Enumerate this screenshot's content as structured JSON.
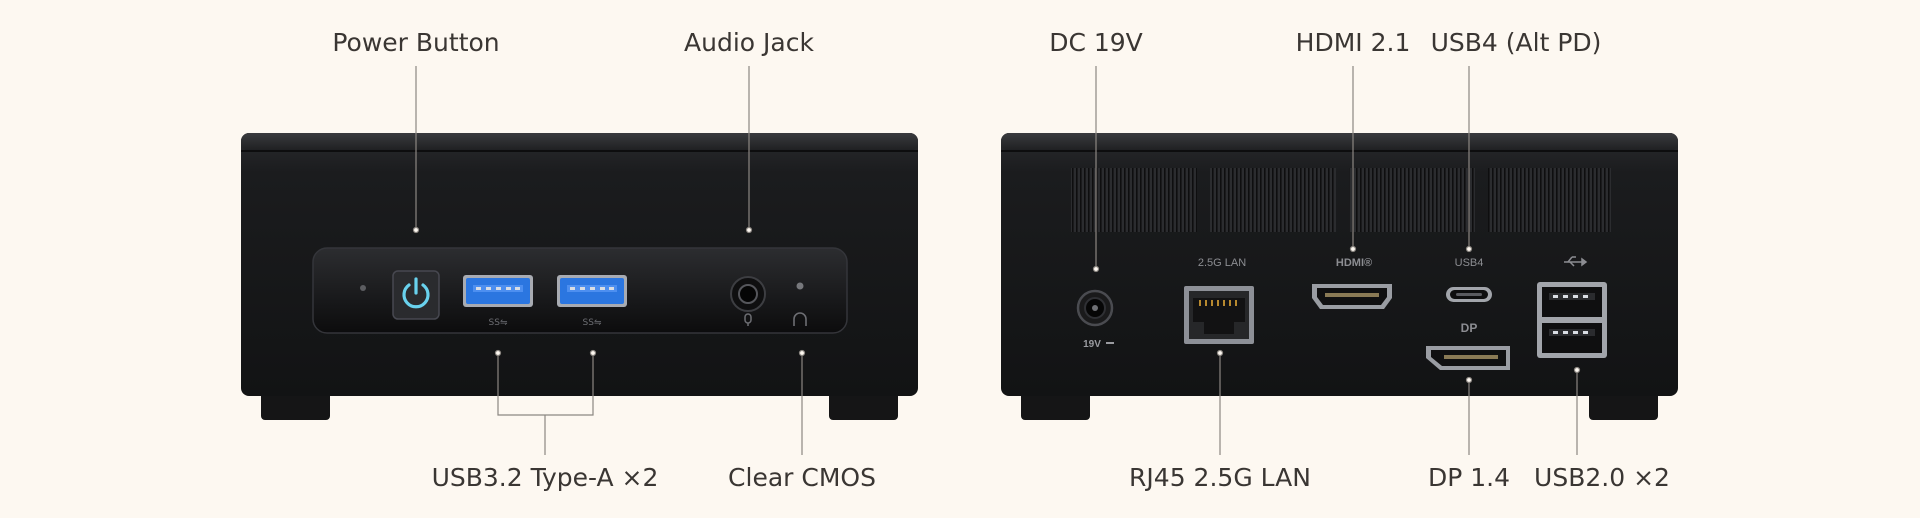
{
  "callouts": {
    "power_button": "Power Button",
    "audio_jack": "Audio Jack",
    "usb32": "USB3.2 Type-A ×2",
    "clear_cmos": "Clear CMOS",
    "dc_19v": "DC 19V",
    "hdmi": "HDMI 2.1",
    "usb4": "USB4 (Alt PD)",
    "rj45": "RJ45 2.5G LAN",
    "dp": "DP 1.4",
    "usb20": "USB2.0 ×2"
  },
  "port_markings": {
    "lan": "2.5G LAN",
    "hdmi": "HDMI®",
    "usb4": "USB4",
    "dp": "DP",
    "dc": "19V",
    "ss_front": "SS⇋"
  },
  "colors": {
    "background": "#fdf8f1",
    "device_body": "#1b1c1e",
    "usb_blue": "#2b76e0",
    "power_glow": "#69d2ee",
    "callout_text": "#3a3633",
    "leader_line": "#8c8782"
  }
}
